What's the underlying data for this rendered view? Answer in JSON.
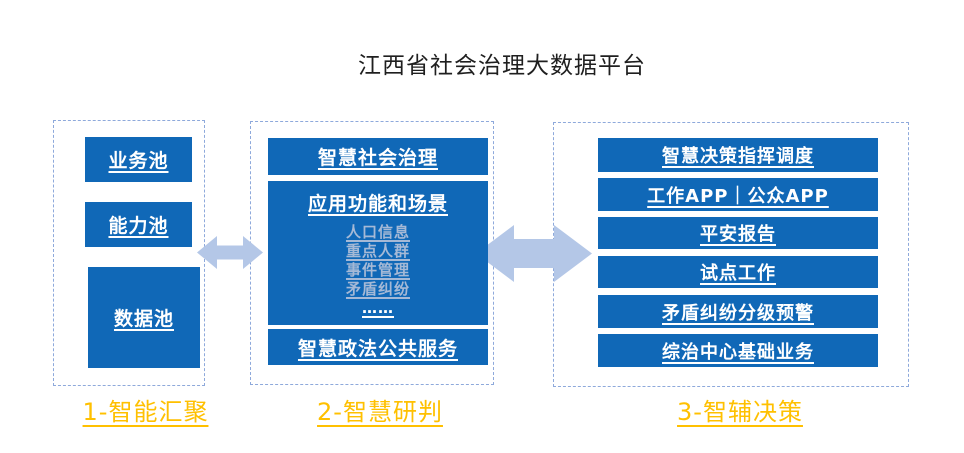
{
  "title": "江西省社会治理大数据平台",
  "sections": [
    {
      "label": "1-智能汇聚",
      "boxes": [
        "业务池",
        "能力池",
        "数据池"
      ]
    },
    {
      "label": "2-智慧研判",
      "top_box": "智慧社会治理",
      "middle_box": {
        "header": "应用功能和场景",
        "items": [
          "人口信息",
          "重点人群",
          "事件管理",
          "矛盾纠纷"
        ],
        "ellipsis": "……"
      },
      "bottom_box": "智慧政法公共服务"
    },
    {
      "label": "3-智辅决策",
      "boxes": [
        "智慧决策指挥调度",
        "工作APP｜公众APP",
        "平安报告",
        "试点工作",
        "矛盾纠纷分级预警",
        "综治中心基础业务"
      ]
    }
  ],
  "colors": {
    "box_blue": "#1068b7",
    "arrow_blue": "#b4c7e7",
    "label_yellow": "#ffc000",
    "dashed_border": "#8ea9db",
    "subitem_text": "#a5b9d6",
    "title_text": "#1f1f1f"
  }
}
